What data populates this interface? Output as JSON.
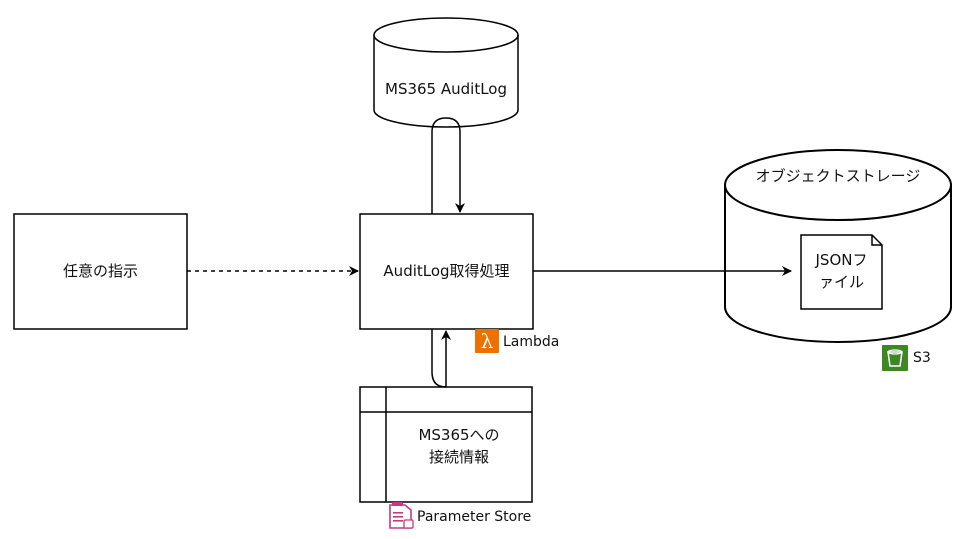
{
  "nodes": {
    "trigger": "任意の指示",
    "auditlog_source": "MS365 AuditLog",
    "process": "AuditLog取得処理",
    "storage": "オブジェクトストレージ",
    "file_line1": "JSONフ",
    "file_line2": "ァイル",
    "params_line1": "MS365への",
    "params_line2": "接続情報"
  },
  "icons": {
    "lambda": {
      "name": "lambda-icon",
      "label": "Lambda",
      "color": "#ed7100"
    },
    "s3": {
      "name": "s3-bucket-icon",
      "label": "S3",
      "color": "#3f8624"
    },
    "parameter_store": {
      "name": "parameter-store-icon",
      "label": "Parameter Store",
      "color": "#c7387f"
    }
  },
  "edges": [
    {
      "from": "trigger",
      "to": "process",
      "style": "dashed"
    },
    {
      "from": "process",
      "to": "auditlog_source",
      "style": "solid"
    },
    {
      "from": "auditlog_source",
      "to": "process",
      "style": "solid"
    },
    {
      "from": "process",
      "to": "storage",
      "style": "solid"
    },
    {
      "from": "process",
      "to": "params",
      "style": "solid"
    },
    {
      "from": "params",
      "to": "process",
      "style": "solid"
    }
  ]
}
